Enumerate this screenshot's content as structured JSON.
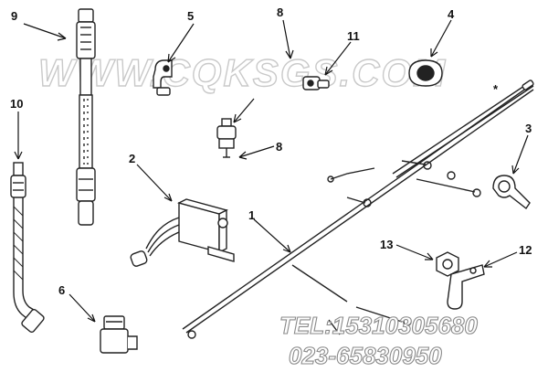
{
  "watermark": {
    "site": "WWW.CQKSGS.COM",
    "tel": "TEL:15310305680",
    "phone": "023-65830950"
  },
  "callouts": [
    "1",
    "2",
    "3",
    "4",
    "5",
    "6",
    "8",
    "8",
    "9",
    "10",
    "11",
    "12",
    "13"
  ],
  "asterisk": "*"
}
